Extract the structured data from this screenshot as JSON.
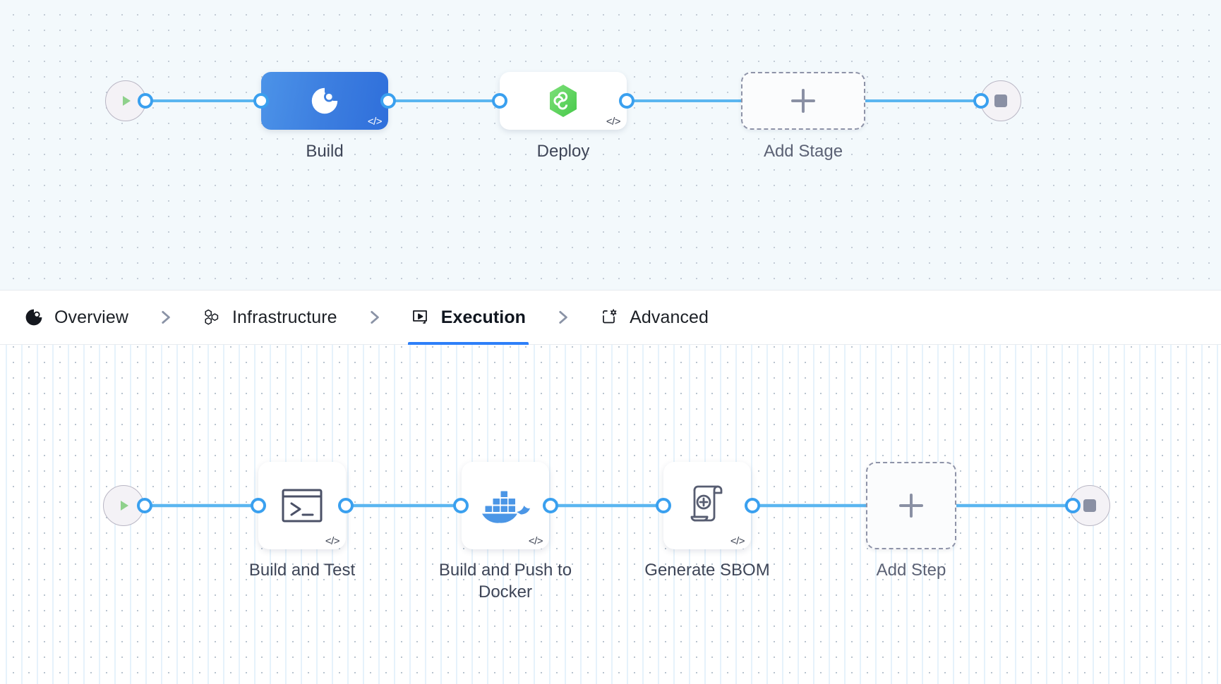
{
  "tabs": {
    "items": [
      {
        "id": "overview",
        "label": "Overview",
        "icon": "pie-notch-icon",
        "active": false
      },
      {
        "id": "infrastructure",
        "label": "Infrastructure",
        "icon": "hexagons-icon",
        "active": false
      },
      {
        "id": "execution",
        "label": "Execution",
        "icon": "play-box-icon",
        "active": true
      },
      {
        "id": "advanced",
        "label": "Advanced",
        "icon": "box-gear-icon",
        "active": false
      }
    ],
    "separator_icon": "chevron-right-icon",
    "active_underline_color": "#2d7ff9"
  },
  "stages_canvas": {
    "start_node": {
      "name": "start-node",
      "icon": "play-triangle-icon",
      "color": "#8fd18c"
    },
    "end_node": {
      "name": "end-node",
      "icon": "stop-square-icon",
      "color": "#8a90a4"
    },
    "stages": [
      {
        "id": "build",
        "label": "Build",
        "icon": "pie-notch-icon",
        "badge": "</>",
        "selected": true,
        "accent_from": "#4c93e8",
        "accent_to": "#2f6fdb"
      },
      {
        "id": "deploy",
        "label": "Deploy",
        "icon": "hexagon-infinity-icon",
        "badge": "</>",
        "selected": false,
        "icon_color": "#5fd35f"
      }
    ],
    "add_stage": {
      "label": "Add Stage",
      "icon": "plus-icon"
    }
  },
  "steps_canvas": {
    "start_node": {
      "name": "start-node",
      "icon": "play-triangle-icon",
      "color": "#8fd18c"
    },
    "end_node": {
      "name": "end-node",
      "icon": "stop-square-icon",
      "color": "#8a90a4"
    },
    "steps": [
      {
        "id": "build-and-test",
        "label": "Build and Test",
        "icon": "terminal-icon",
        "badge": "</>"
      },
      {
        "id": "build-push-docker",
        "label": "Build and Push to Docker",
        "icon": "docker-whale-icon",
        "badge": "</>",
        "icon_color": "#4b96e6"
      },
      {
        "id": "generate-sbom",
        "label": "Generate SBOM",
        "icon": "scroll-plus-icon",
        "badge": "</>"
      }
    ],
    "add_step": {
      "label": "Add Step",
      "icon": "plus-icon"
    }
  },
  "theme": {
    "wire_color": "#5bb6f0",
    "port_color": "#3aa0ef",
    "stages_bg": "#f3f9fc",
    "steps_bg": "#ffffff"
  }
}
